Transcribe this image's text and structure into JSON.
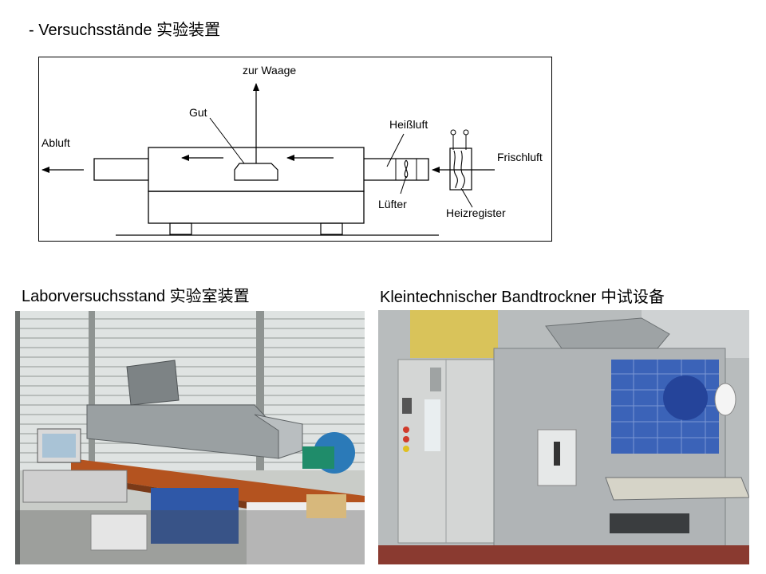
{
  "heading": "- Versuchsstände 实验装置",
  "diagram": {
    "labels": {
      "waage": "zur Waage",
      "gut": "Gut",
      "abluft": "Abluft",
      "heissluft": "Heißluft",
      "frischluft": "Frischluft",
      "luefter": "Lüfter",
      "heizregister": "Heizregister"
    }
  },
  "photos": {
    "left": {
      "caption": "Laborversuchsstand 实验室装置"
    },
    "right": {
      "caption": "Kleintechnischer Bandtrockner 中试设备"
    }
  },
  "colors": {
    "line": "#000000",
    "blue_motor": "#2b6fb0",
    "steel": "#a9adb0",
    "countertop": "#b4531f"
  }
}
